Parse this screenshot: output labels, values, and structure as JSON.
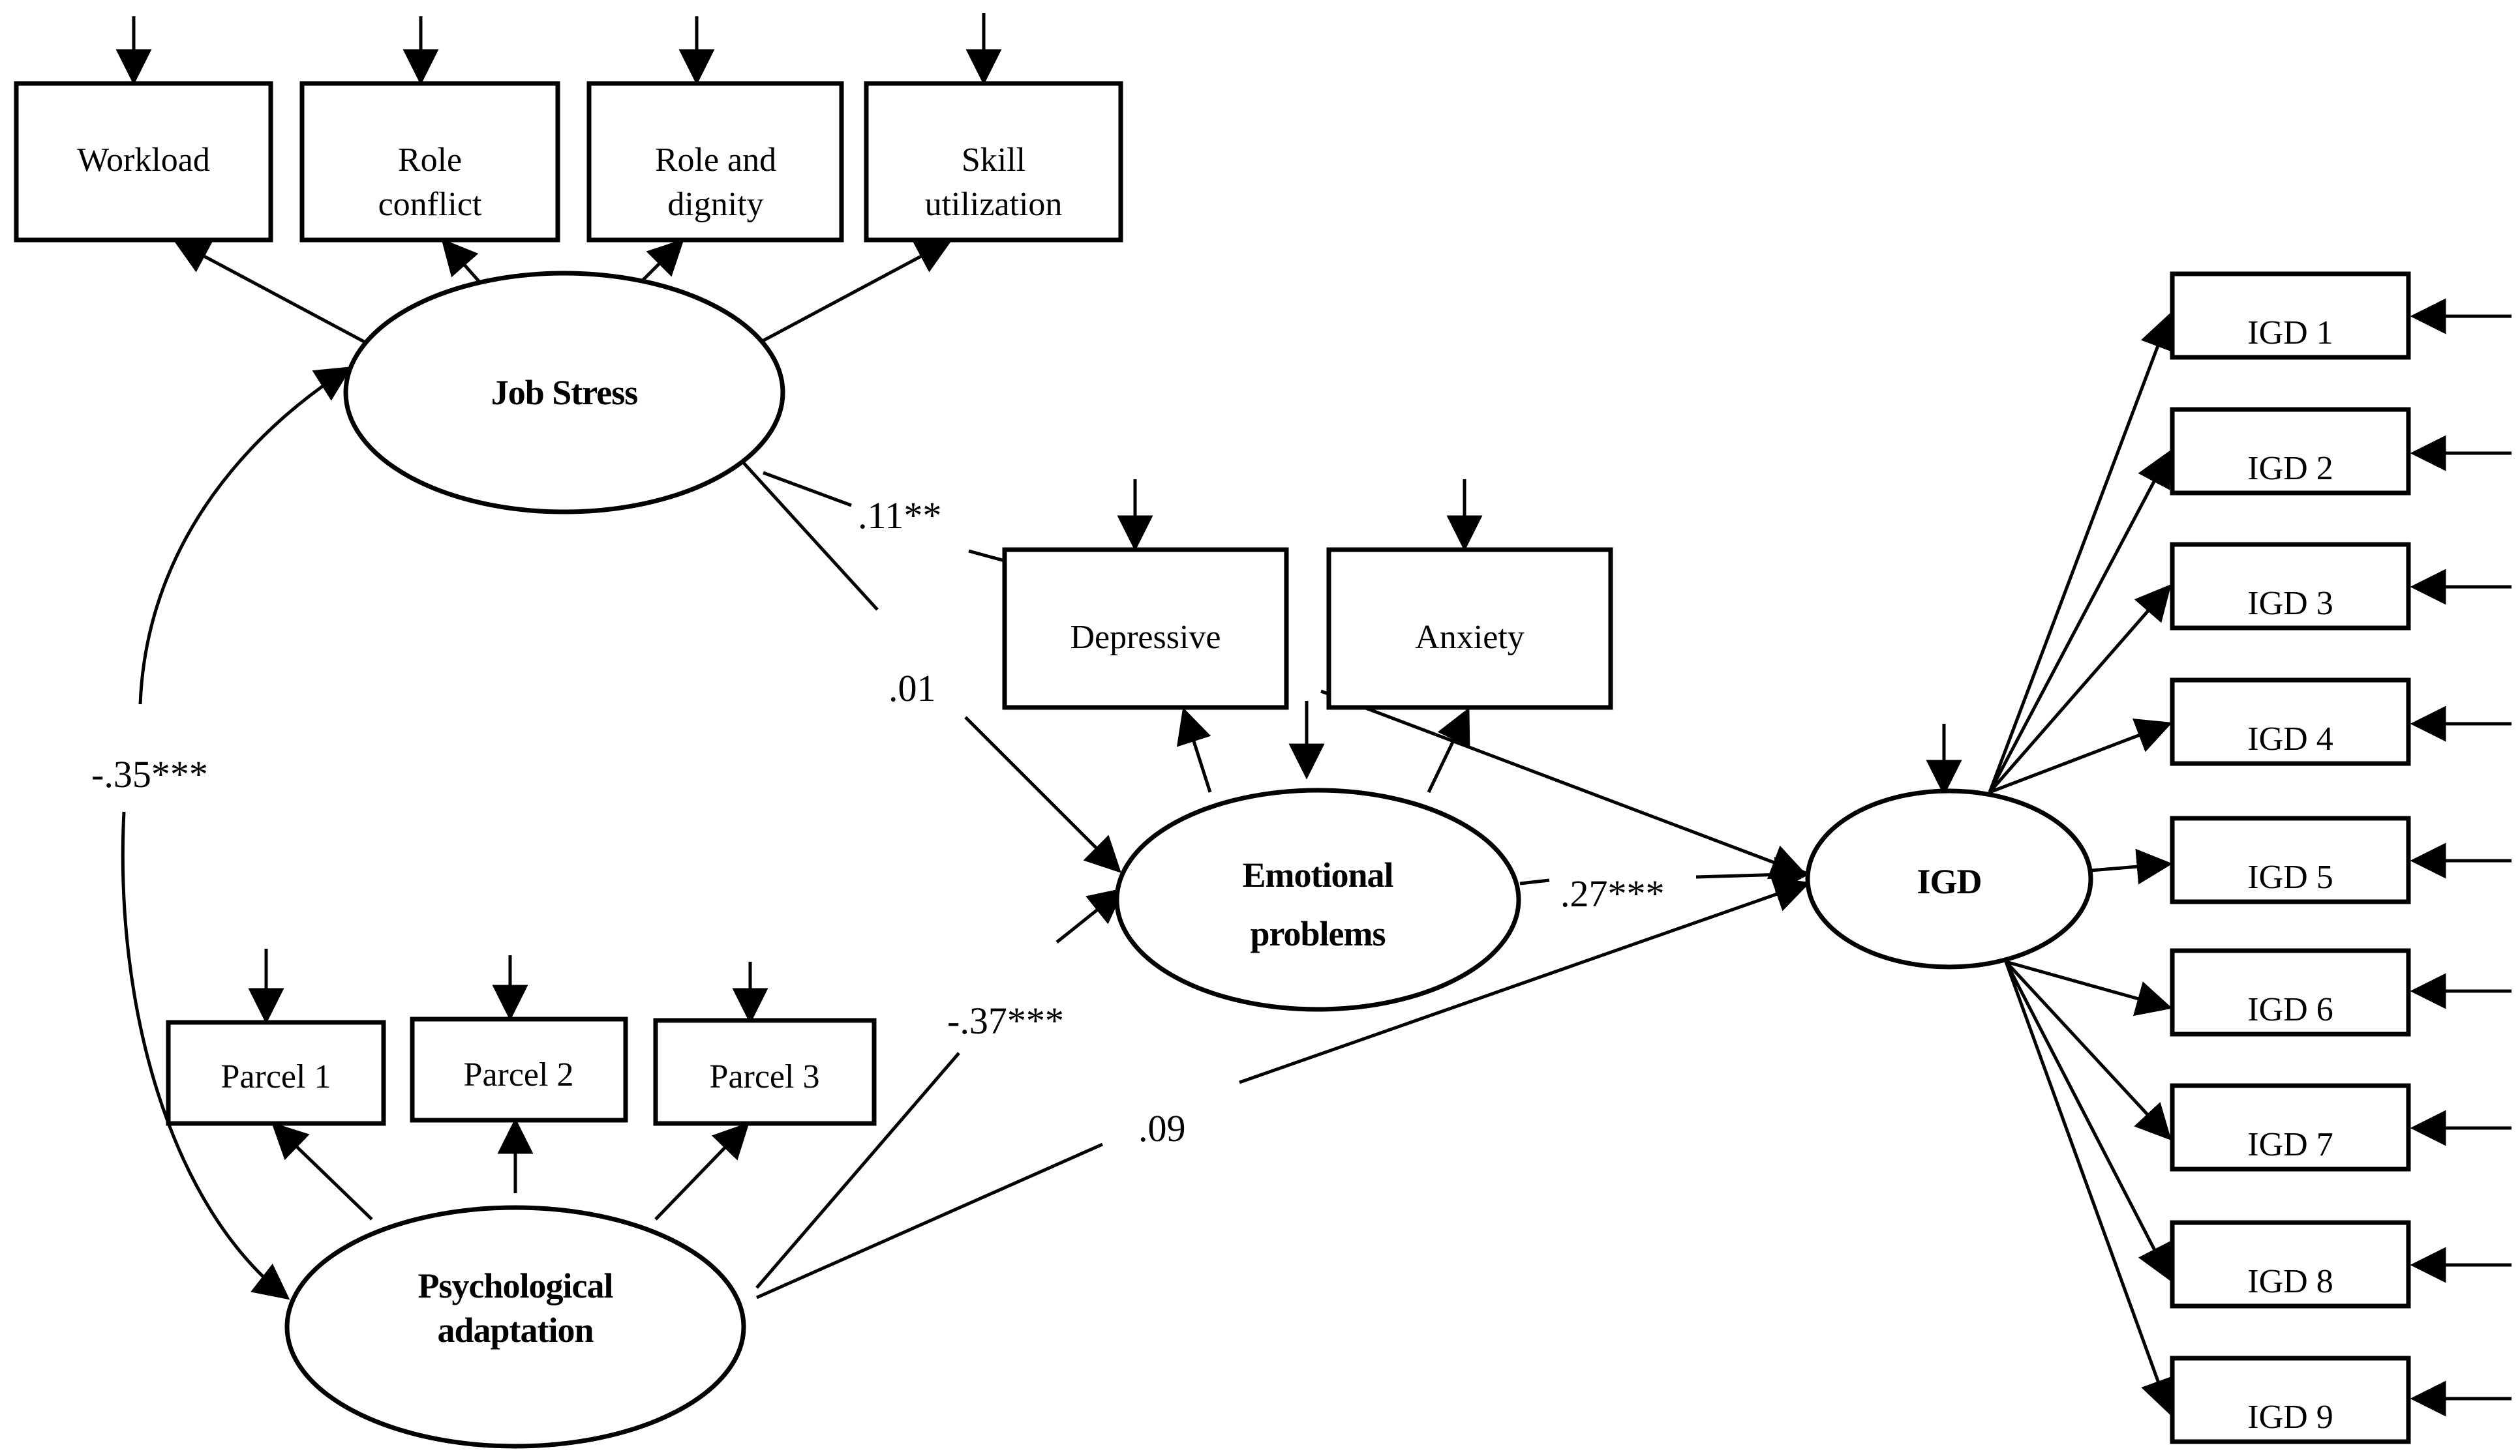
{
  "indicators": {
    "workload": [
      "Workload"
    ],
    "role_conflict": [
      "Role",
      "conflict"
    ],
    "role_dignity": [
      "Role and",
      "dignity"
    ],
    "skill_utilization": [
      "Skill",
      "utilization"
    ],
    "depressive": [
      "Depressive"
    ],
    "anxiety": [
      "Anxiety"
    ],
    "parcel_1": [
      "Parcel 1"
    ],
    "parcel_2": [
      "Parcel 2"
    ],
    "parcel_3": [
      "Parcel 3"
    ],
    "igd": [
      "IGD 1",
      "IGD 2",
      "IGD 3",
      "IGD 4",
      "IGD 5",
      "IGD 6",
      "IGD 7",
      "IGD 8",
      "IGD 9"
    ]
  },
  "latents": {
    "job_stress": [
      "Job Stress"
    ],
    "emotional_problems": [
      "Emotional",
      "problems"
    ],
    "psychological_adaptation": [
      "Psychological",
      "adaptation"
    ],
    "igd": [
      "IGD"
    ]
  },
  "paths": [
    {
      "from": "Job Stress",
      "to": "IGD",
      "coef": ".11**"
    },
    {
      "from": "Job Stress",
      "to": "Emotional problems",
      "coef": ".01"
    },
    {
      "from": "Job Stress",
      "to": "Psychological adaptation",
      "coef": "-.35***"
    },
    {
      "from": "Psychological adaptation",
      "to": "Emotional problems",
      "coef": "-.37***"
    },
    {
      "from": "Emotional problems",
      "to": "IGD",
      "coef": ".27***"
    },
    {
      "from": "Psychological adaptation",
      "to": "IGD",
      "coef": ".09"
    }
  ]
}
